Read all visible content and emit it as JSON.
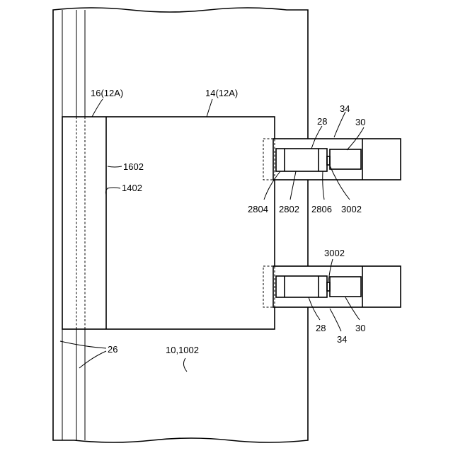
{
  "labels": {
    "part_16": "16(12A)",
    "part_14": "14(12A)",
    "part_1602": "1602",
    "part_1402": "1402",
    "part_26": "26",
    "part_10": "10,1002",
    "upper_28": "28",
    "upper_34": "34",
    "upper_30": "30",
    "upper_2804": "2804",
    "upper_2802": "2802",
    "upper_2806": "2806",
    "upper_3002": "3002",
    "lower_3002": "3002",
    "lower_28": "28",
    "lower_34": "34",
    "lower_30": "30"
  }
}
